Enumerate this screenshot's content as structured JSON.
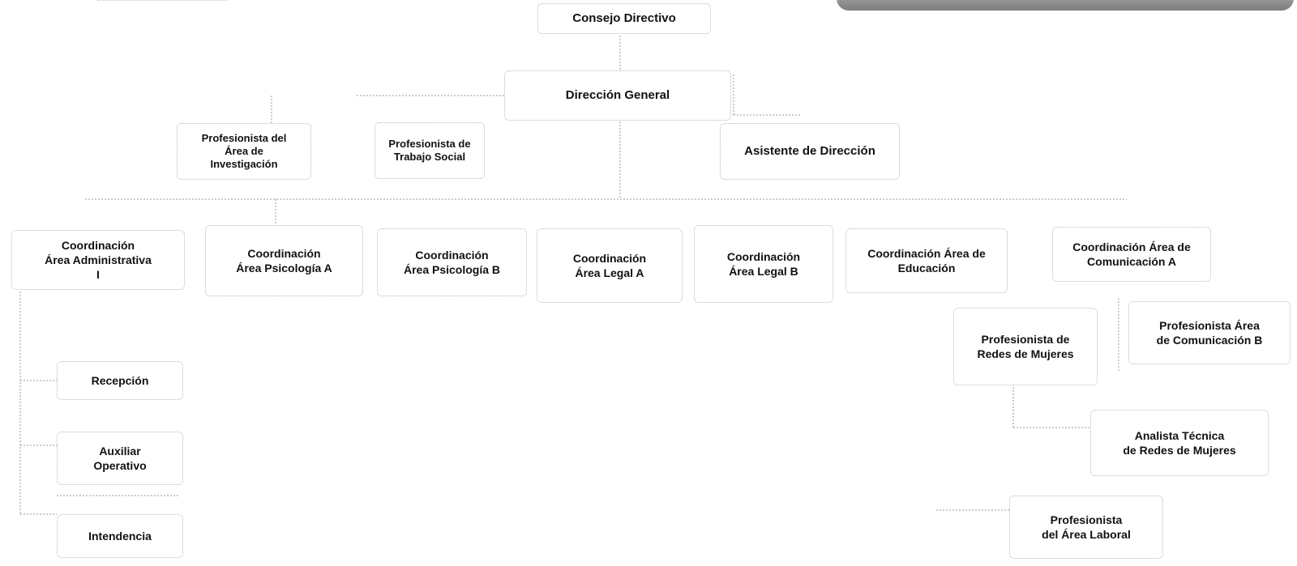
{
  "org": {
    "consejo": "Consejo Directivo",
    "direccion": "Dirección General",
    "prof_investigacion": "Profesionista del\nÁrea de\nInvestigación",
    "prof_trabajo_social": "Profesionista de\nTrabajo Social",
    "asistente": "Asistente de Dirección",
    "coord_admin": "Coordinación\nÁrea Administrativa\nI",
    "coord_psico_a": "Coordinación\nÁrea Psicología A",
    "coord_psico_b": "Coordinación\nÁrea Psicología B",
    "coord_legal_a": "Coordinación\nÁrea Legal A",
    "coord_legal_b": "Coordinación\nÁrea Legal B",
    "coord_educacion": "Coordinación Área de\nEducación",
    "coord_comunicacion_a": "Coordinación Área de\nComunicación A",
    "prof_redes": "Profesionista de\nRedes de Mujeres",
    "prof_comunicacion_b": "Profesionista Área\nde Comunicación B",
    "analista_redes": "Analista Técnica\nde Redes de Mujeres",
    "prof_laboral": "Profesionista\ndel Área Laboral",
    "recepcion": "Recepción",
    "auxiliar": "Auxiliar\nOperativo",
    "intendencia": "Intendencia"
  }
}
